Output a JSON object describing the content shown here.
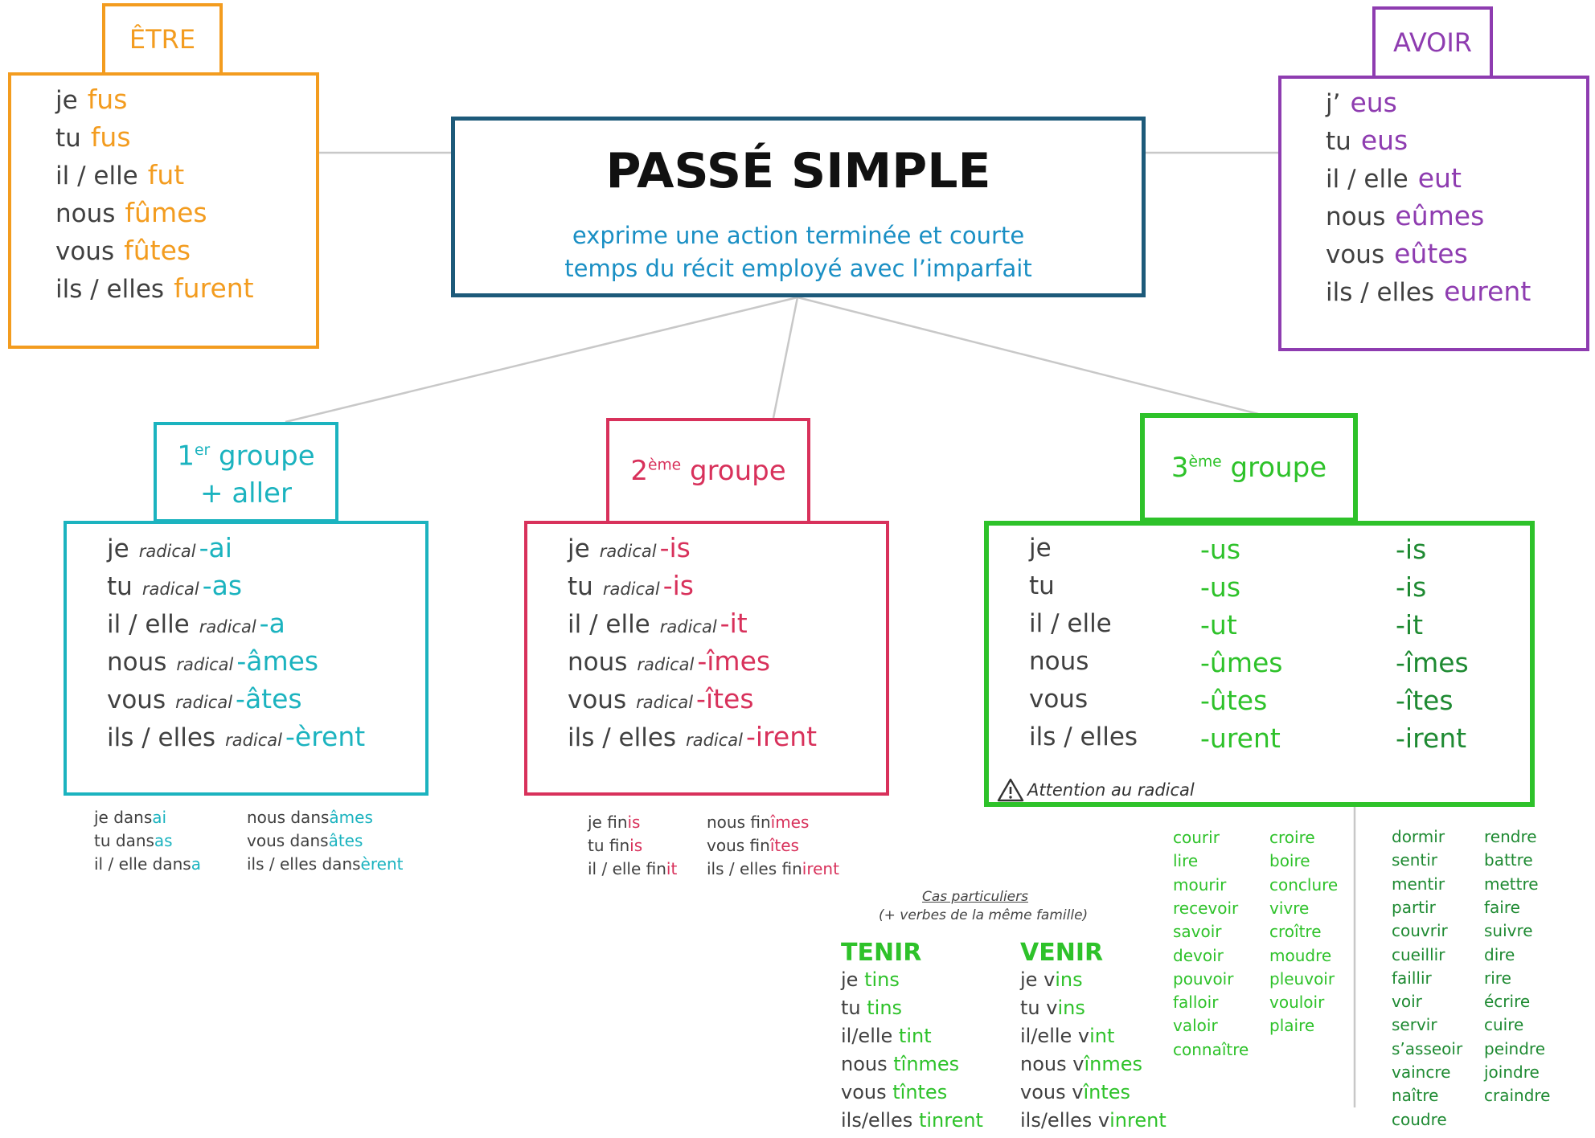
{
  "title": {
    "main": "PASSÉ SIMPLE",
    "line1": "exprime une action terminée et courte",
    "line2": "temps du récit employé avec l’imparfait"
  },
  "etre": {
    "label": "ÊTRE",
    "rows": [
      {
        "pronoun": "je",
        "form": "fus"
      },
      {
        "pronoun": "tu",
        "form": "fus"
      },
      {
        "pronoun": "il / elle",
        "form": "fut"
      },
      {
        "pronoun": "nous",
        "form": "fûmes"
      },
      {
        "pronoun": "vous",
        "form": "fûtes"
      },
      {
        "pronoun": "ils / elles",
        "form": "furent"
      }
    ]
  },
  "avoir": {
    "label": "AVOIR",
    "rows": [
      {
        "pronoun": "j’",
        "form": "eus"
      },
      {
        "pronoun": "tu",
        "form": "eus"
      },
      {
        "pronoun": "il / elle",
        "form": "eut"
      },
      {
        "pronoun": "nous",
        "form": "eûmes"
      },
      {
        "pronoun": "vous",
        "form": "eûtes"
      },
      {
        "pronoun": "ils / elles",
        "form": "eurent"
      }
    ]
  },
  "group1": {
    "num": "1",
    "sup": "er",
    "word": "groupe",
    "extra": "+ aller",
    "radical": "radical",
    "rows": [
      {
        "pronoun": "je",
        "ending": "-ai"
      },
      {
        "pronoun": "tu",
        "ending": "-as"
      },
      {
        "pronoun": "il / elle",
        "ending": "-a"
      },
      {
        "pronoun": "nous",
        "ending": "-âmes"
      },
      {
        "pronoun": "vous",
        "ending": "-âtes"
      },
      {
        "pronoun": "ils / elles",
        "ending": "-èrent"
      }
    ],
    "examples_left": [
      {
        "pre": "je dans",
        "suf": "ai"
      },
      {
        "pre": "tu dans",
        "suf": "as"
      },
      {
        "pre": "il / elle dans",
        "suf": "a"
      }
    ],
    "examples_right": [
      {
        "pre": "nous dans",
        "suf": "âmes"
      },
      {
        "pre": "vous dans",
        "suf": "âtes"
      },
      {
        "pre": "ils / elles dans",
        "suf": "èrent"
      }
    ]
  },
  "group2": {
    "num": "2",
    "sup": "ème",
    "word": "groupe",
    "radical": "radical",
    "rows": [
      {
        "pronoun": "je",
        "ending": "-is"
      },
      {
        "pronoun": "tu",
        "ending": "-is"
      },
      {
        "pronoun": "il / elle",
        "ending": "-it"
      },
      {
        "pronoun": "nous",
        "ending": "-îmes"
      },
      {
        "pronoun": "vous",
        "ending": "-îtes"
      },
      {
        "pronoun": "ils / elles",
        "ending": "-irent"
      }
    ],
    "examples_left": [
      {
        "pre": "je fin",
        "suf": "is"
      },
      {
        "pre": "tu fin",
        "suf": "is"
      },
      {
        "pre": "il / elle fin",
        "suf": "it"
      }
    ],
    "examples_right": [
      {
        "pre": "nous fin",
        "suf": "îmes"
      },
      {
        "pre": "vous fin",
        "suf": "îtes"
      },
      {
        "pre": "ils / elles fin",
        "suf": "irent"
      }
    ]
  },
  "group3": {
    "num": "3",
    "sup": "ème",
    "word": "groupe",
    "pronouns": [
      "je",
      "tu",
      "il / elle",
      "nous",
      "vous",
      "ils / elles"
    ],
    "endings_us": [
      "-us",
      "-us",
      "-ut",
      "-ûmes",
      "-ûtes",
      "-urent"
    ],
    "endings_is": [
      "-is",
      "-is",
      "-it",
      "-îmes",
      "-îtes",
      "-irent"
    ],
    "warning": "Attention au radical",
    "verbs_us_col1": [
      "courir",
      "lire",
      "mourir",
      "recevoir",
      "savoir",
      "devoir",
      "pouvoir",
      "falloir",
      "valoir",
      "connaître"
    ],
    "verbs_us_col2": [
      "croire",
      "boire",
      "conclure",
      "vivre",
      "croître",
      "moudre",
      "pleuvoir",
      "vouloir",
      "plaire"
    ],
    "verbs_is_col1": [
      "dormir",
      "sentir",
      "mentir",
      "partir",
      "couvrir",
      "cueillir",
      "faillir",
      "voir",
      "servir",
      "s’asseoir",
      "vaincre",
      "naître",
      "coudre"
    ],
    "verbs_is_col2": [
      "rendre",
      "battre",
      "mettre",
      "faire",
      "suivre",
      "dire",
      "rire",
      "écrire",
      "cuire",
      "peindre",
      "joindre",
      "craindre"
    ]
  },
  "special": {
    "heading": "Cas particuliers",
    "note": "(+ verbes de la même famille)",
    "tenir": {
      "label": "TENIR",
      "rows": [
        {
          "pre": "je ",
          "suf": "tins"
        },
        {
          "pre": "tu ",
          "suf": "tins"
        },
        {
          "pre": "il/elle ",
          "suf": "tint"
        },
        {
          "pre": "nous ",
          "suf": "tînmes"
        },
        {
          "pre": "vous ",
          "suf": "tîntes"
        },
        {
          "pre": "ils/elles ",
          "suf": "tinrent"
        }
      ]
    },
    "venir": {
      "label": "VENIR",
      "rows": [
        {
          "pre": "je v",
          "suf": "ins"
        },
        {
          "pre": "tu v",
          "suf": "ins"
        },
        {
          "pre": "il/elle v",
          "suf": "int"
        },
        {
          "pre": "nous v",
          "suf": "înmes"
        },
        {
          "pre": "vous v",
          "suf": "întes"
        },
        {
          "pre": "ils/elles v",
          "suf": "inrent"
        }
      ]
    }
  },
  "colors": {
    "etre": "#f39c1f",
    "avoir": "#8e3cb0",
    "group1": "#1bb3bf",
    "group2": "#d8315b",
    "group3": "#2ec22a",
    "group3_is": "#1e8a32",
    "title_border": "#1d5a7a",
    "subtitle": "#1a8fc4"
  }
}
